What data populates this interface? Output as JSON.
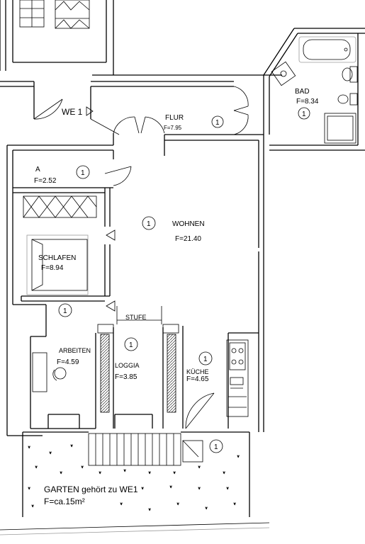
{
  "rooms": {
    "entry": {
      "name": "WE 1"
    },
    "flur": {
      "name": "FLUR",
      "area": "F=7.95",
      "unit": "1"
    },
    "bad": {
      "name": "BAD",
      "area": "F=8.34",
      "unit": "1"
    },
    "abstell": {
      "name": "A",
      "area": "F=2.52",
      "unit": "1"
    },
    "wohnen": {
      "name": "WOHNEN",
      "area": "F=21.40",
      "unit": "1"
    },
    "schlafen": {
      "name": "SCHLAFEN",
      "area": "F=8.94",
      "unit": "1"
    },
    "stufe": {
      "name": "STUFE"
    },
    "arbeiten": {
      "name": "ARBEITEN",
      "area": "F=4.59",
      "unit": "1"
    },
    "loggia": {
      "name": "LOGGIA",
      "area": "F=3.85",
      "unit": "1"
    },
    "kueche": {
      "name": "KÜCHE",
      "area": "F=4.65",
      "unit": "1"
    },
    "stair": {
      "unit": "1"
    },
    "garten": {
      "name": "GARTEN  gehört  zu  WE1",
      "area": "F=ca.15m²"
    }
  }
}
